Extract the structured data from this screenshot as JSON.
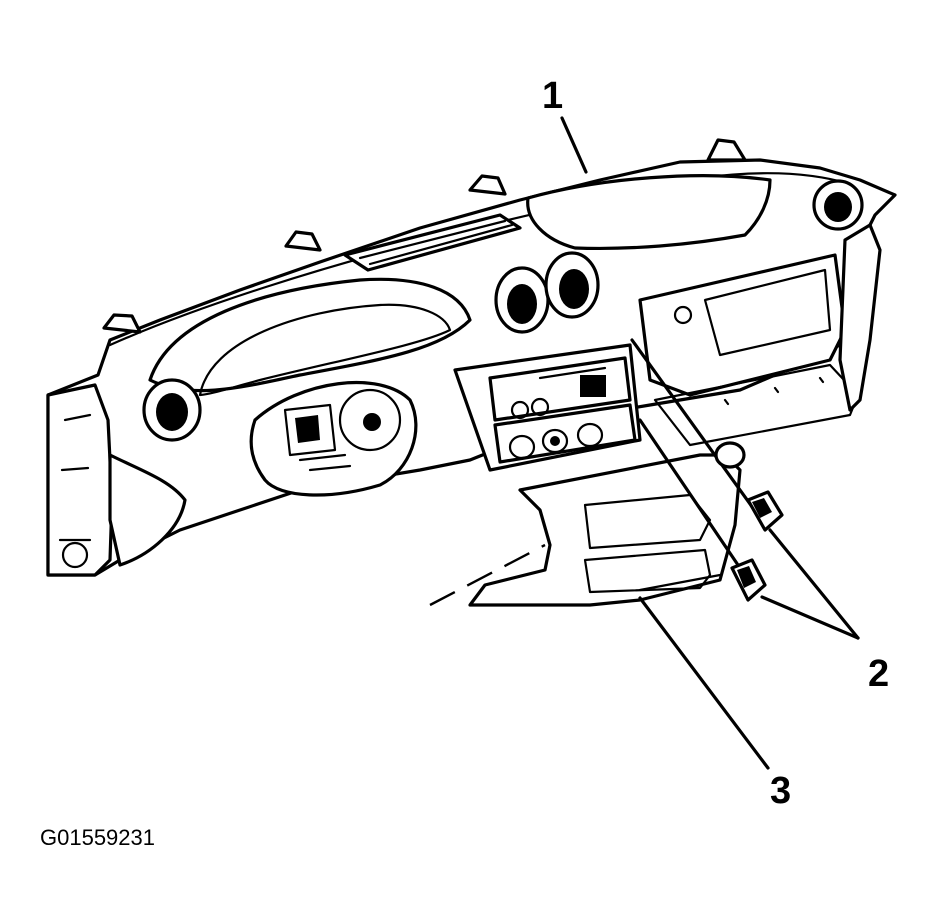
{
  "callouts": {
    "instrument_panel": "1",
    "bolts": "2",
    "lower_panel": "3"
  },
  "figure_id": "G01559231",
  "colors": {
    "ink": "#000000",
    "paper": "#ffffff"
  }
}
